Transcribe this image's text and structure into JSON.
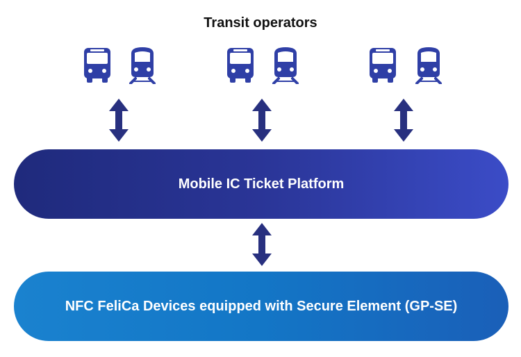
{
  "diagram": {
    "title": "Transit operators",
    "operators": [
      {
        "icons": [
          "bus-icon",
          "train-icon"
        ]
      },
      {
        "icons": [
          "bus-icon",
          "train-icon"
        ]
      },
      {
        "icons": [
          "bus-icon",
          "train-icon"
        ]
      }
    ],
    "platform_label": "Mobile IC Ticket Platform",
    "devices_label": "NFC FeliCa Devices equipped with Secure Element (GP-SE)",
    "colors": {
      "icon": "#2f3fa6",
      "arrow": "#28307f",
      "platform_start": "#1f2a7c",
      "platform_end": "#3b4cc7",
      "devices_start": "#1a82cf",
      "devices_end": "#1a5fb8"
    }
  }
}
